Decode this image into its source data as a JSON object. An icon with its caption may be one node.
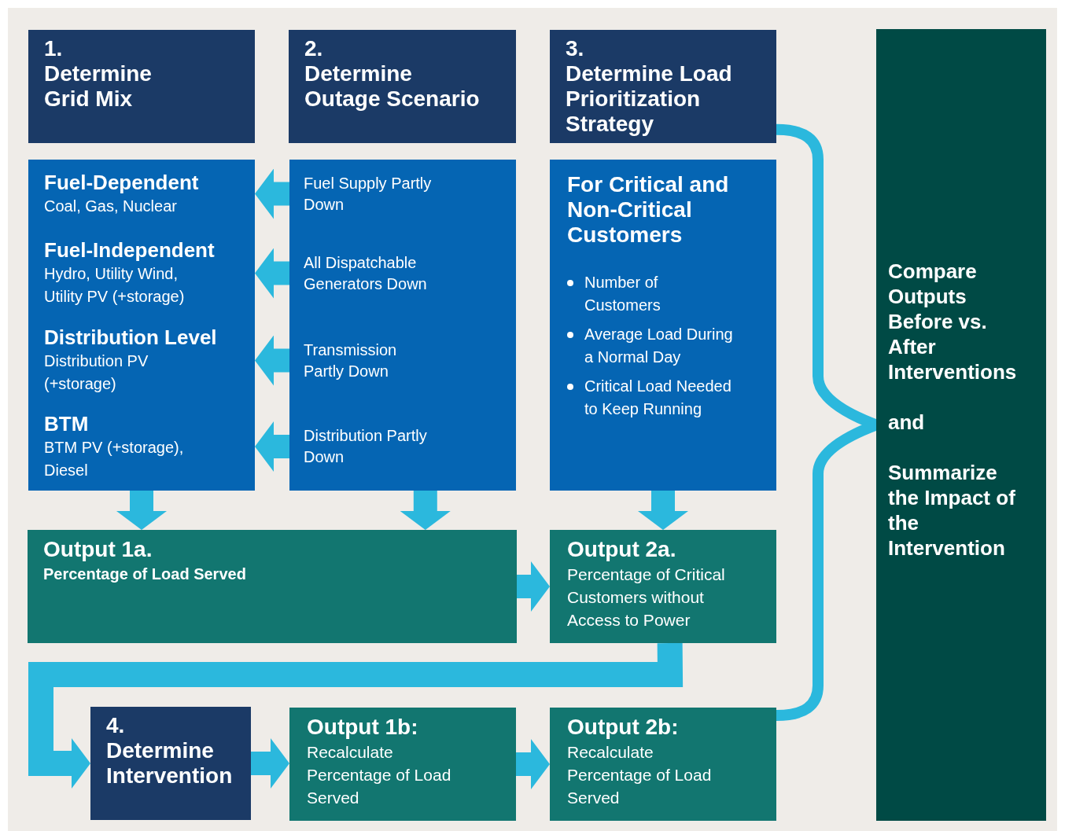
{
  "diagram": {
    "nodes": [
      {
        "text": [
          "1.",
          "Determine Grid Mix"
        ]
      },
      {
        "text": [
          "2.",
          "Determine Outage Scenario"
        ]
      },
      {
        "text": [
          "3.",
          "Determine Load Prioritization Strategy"
        ]
      },
      {
        "text": [],
        "shape": "box"
      },
      {
        "text": [
          "Fuel-Dependent",
          "Coal, Gas, Nuclear"
        ],
        "in": 3
      },
      {
        "text": [
          "Fuel-Independent",
          "Hydro, Utility Wind, Utility PV (+storage)"
        ],
        "in": 3
      },
      {
        "text": [
          "Distribution Level",
          "Distribution PV (+storage)"
        ],
        "in": 3
      },
      {
        "text": [
          "BTM",
          "BTM PV (+storage), Diesel"
        ],
        "in": 3
      },
      {
        "text": [],
        "shape": "box"
      },
      {
        "text": [
          "Fuel Supply Partly Down"
        ],
        "in": 8
      },
      {
        "text": [
          "All Dispatchable Generators Down"
        ],
        "in": 8
      },
      {
        "text": [
          "Transmission Partly Down"
        ],
        "in": 8
      },
      {
        "text": [
          "Distribution Partly Down"
        ],
        "in": 8
      },
      {
        "text": [
          "For Critical and Non-Critical Customers",
          "Number of Customers",
          "Average Load During a Normal Day",
          "Critical Load Needed to Keep Running"
        ]
      },
      {
        "text": [
          "Output 1a.",
          "Percentage of Load Served"
        ]
      },
      {
        "text": [
          "Output 2a.",
          "Percentage of Critical Customers without Access to Power"
        ]
      },
      {
        "text": [
          "4.",
          "Determine Intervention"
        ]
      },
      {
        "text": [
          "Output 1b:",
          "Recalculate Percentage of Load Served"
        ]
      },
      {
        "text": [
          "Output 2b:",
          "Recalculate Percentage of Load Served"
        ]
      },
      {
        "text": [
          "Compare Outputs Before vs. After Interventions",
          "and",
          "Summarize the Impact of the Intervention"
        ]
      }
    ],
    "edges": [
      {
        "from": 9,
        "to": 4,
        "arrow": "to"
      },
      {
        "from": 10,
        "to": 5,
        "arrow": "to"
      },
      {
        "from": 11,
        "to": 6,
        "arrow": "to"
      },
      {
        "from": 12,
        "to": 7,
        "arrow": "to"
      },
      {
        "from": 3,
        "to": 14,
        "arrow": "to"
      },
      {
        "from": 8,
        "to": 14,
        "arrow": "to"
      },
      {
        "from": 13,
        "to": 15,
        "arrow": "to"
      },
      {
        "from": 14,
        "to": 15,
        "arrow": "to"
      },
      {
        "from": 15,
        "to": 16,
        "arrow": "to"
      },
      {
        "from": 16,
        "to": 17,
        "arrow": "to"
      },
      {
        "from": 17,
        "to": 18,
        "arrow": "to"
      },
      {
        "from": 2,
        "to": 19,
        "arrow": "none"
      },
      {
        "from": 18,
        "to": 19,
        "arrow": "none"
      }
    ]
  }
}
